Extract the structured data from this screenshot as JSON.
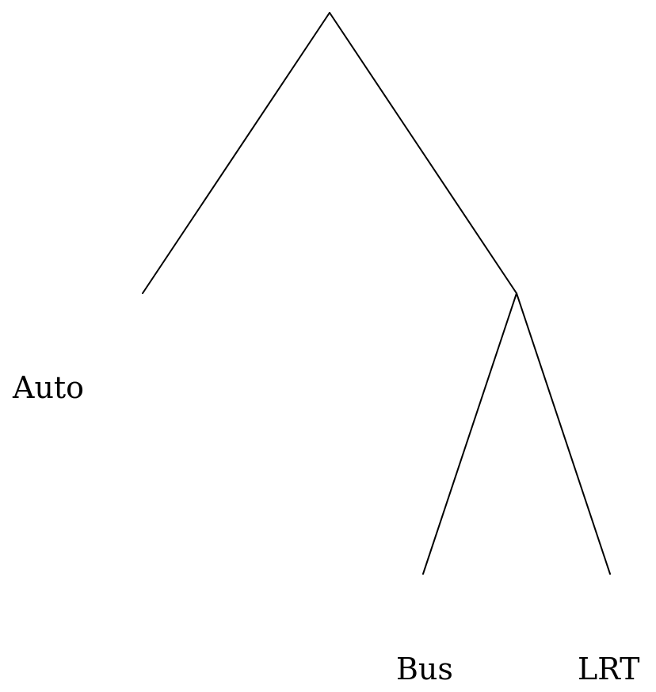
{
  "tree": {
    "leaves": {
      "auto": "Auto",
      "bus": "Bus",
      "lrt": "LRT"
    },
    "line_color": "#000000",
    "background_color": "#ffffff"
  }
}
